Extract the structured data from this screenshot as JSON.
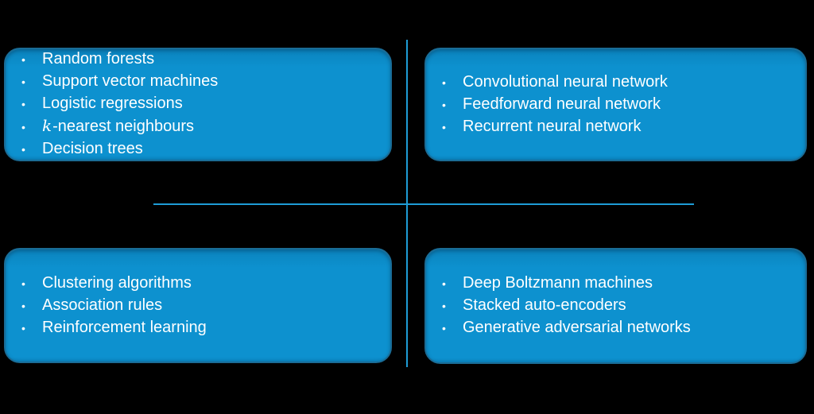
{
  "colors": {
    "box_fill": "#0d91cf",
    "box_fill_top": "#0b83bd",
    "box_border": "#1a6c96",
    "axis_line": "#1e9cd6",
    "text_color": "#ffffff",
    "background": "#000000"
  },
  "bullet_glyph": "•",
  "quadrants": {
    "top_left": {
      "items": [
        "Random forests",
        "Support vector machines",
        "Logistic regressions",
        "*k*-nearest neighbours",
        "Decision trees"
      ]
    },
    "top_right": {
      "items": [
        "Convolutional neural network",
        "Feedforward neural network",
        "Recurrent neural network"
      ]
    },
    "bottom_left": {
      "items": [
        "Clustering algorithms",
        "Association rules",
        "Reinforcement learning"
      ]
    },
    "bottom_right": {
      "items": [
        "Deep Boltzmann machines",
        "Stacked auto-encoders",
        "Generative adversarial networks"
      ]
    }
  }
}
